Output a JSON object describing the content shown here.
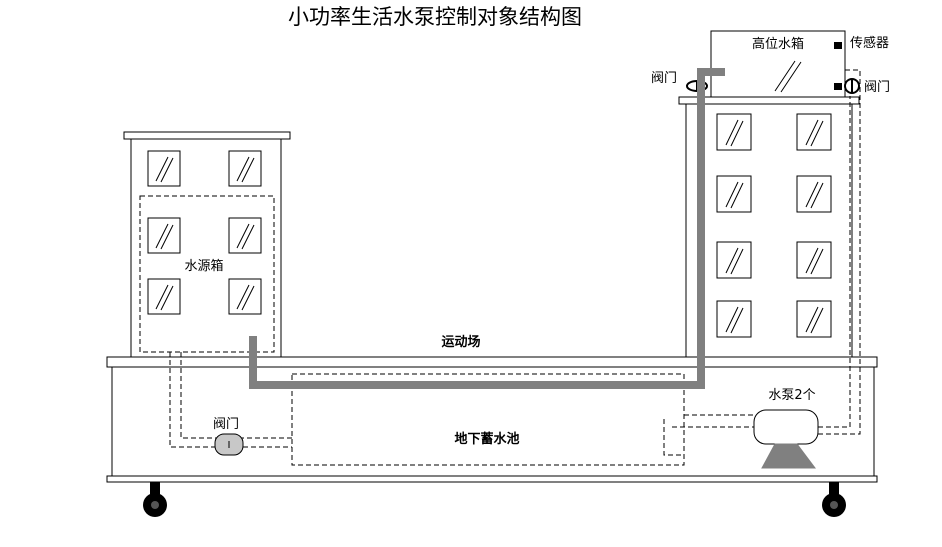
{
  "title": "小功率生活水泵控制对象结构图",
  "labels": {
    "high_tank": "高位水箱",
    "sensor": "传感器",
    "valve_top_left": "阀门",
    "valve_top_right": "阀门",
    "source_tank": "水源箱",
    "playground": "运动场",
    "valve_bottom": "阀门",
    "reservoir": "地下蓄水池",
    "pump": "水泵2个"
  },
  "colors": {
    "line": "#000000",
    "pipe": "#808080",
    "building_fill": "#ffffff",
    "valve_fill": "#c8c8c8",
    "pump_base": "#808080",
    "wheel": "#000000"
  }
}
